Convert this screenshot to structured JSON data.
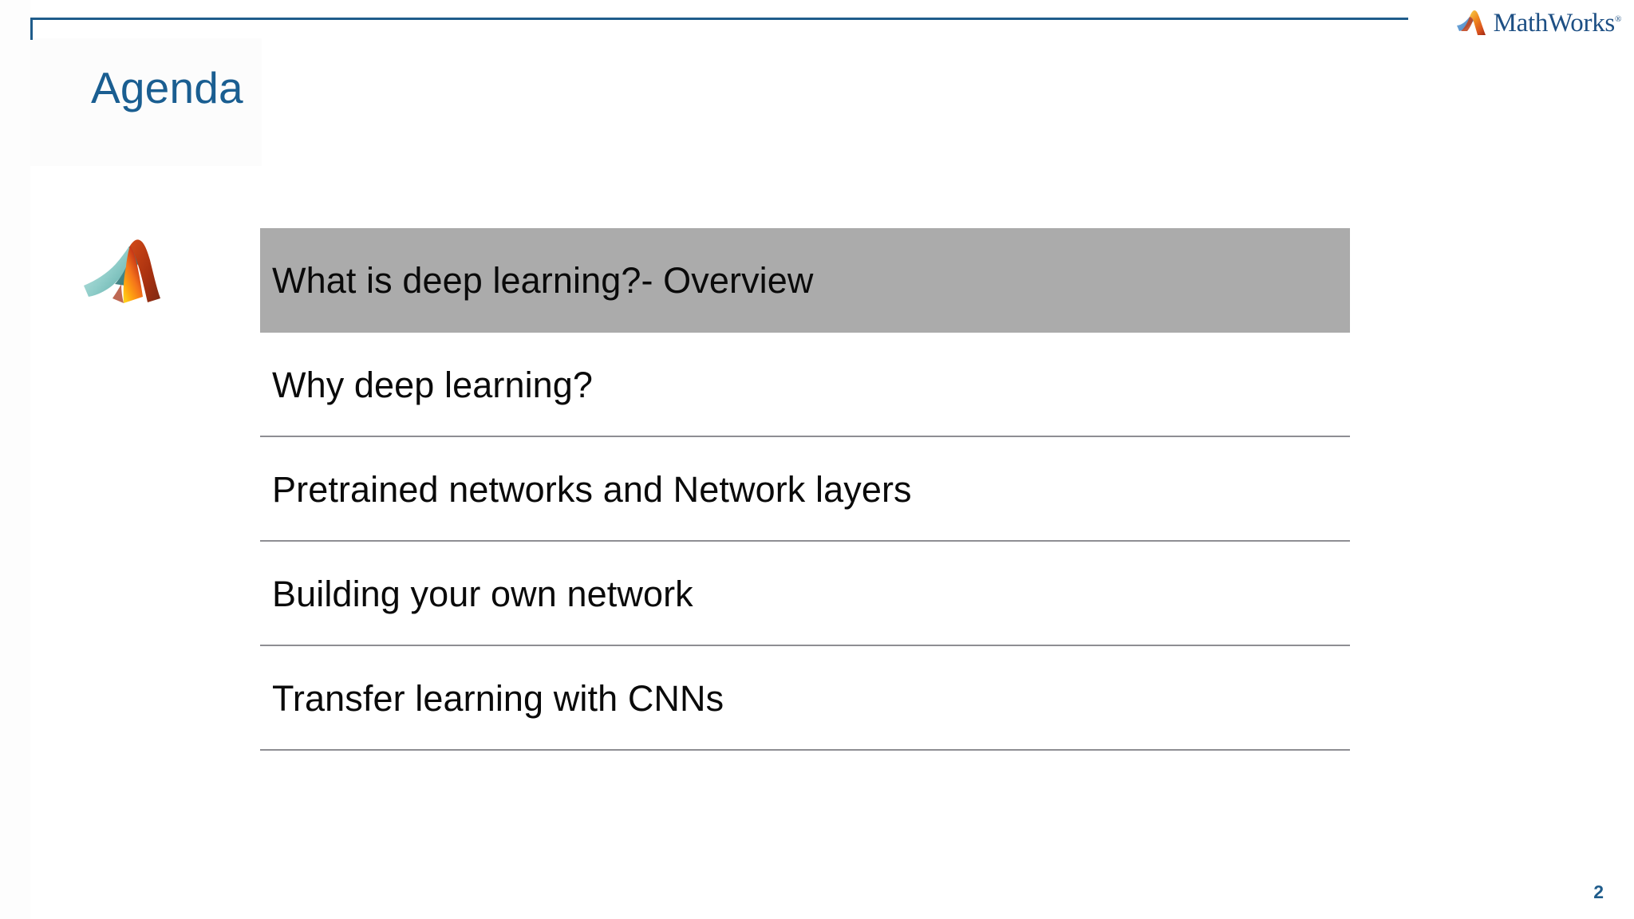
{
  "slide": {
    "title": "Agenda",
    "page_number": "2",
    "accent_color": "#1f5c8b",
    "title_color": "#1a5e91",
    "highlight_color": "#ababab",
    "divider_color": "#8e8e93"
  },
  "brand": {
    "wordmark": "MathWorks",
    "registered_mark": "®",
    "logo_icon_name": "mathworks-membrane-logo",
    "product_icon_name": "matlab-membrane-logo"
  },
  "agenda": {
    "items": [
      {
        "label": "What is deep learning?- Overview",
        "active": true
      },
      {
        "label": "Why deep learning?",
        "active": false
      },
      {
        "label": "Pretrained networks and Network layers",
        "active": false
      },
      {
        "label": "Building your own network",
        "active": false
      },
      {
        "label": "Transfer learning with CNNs",
        "active": false
      }
    ]
  }
}
